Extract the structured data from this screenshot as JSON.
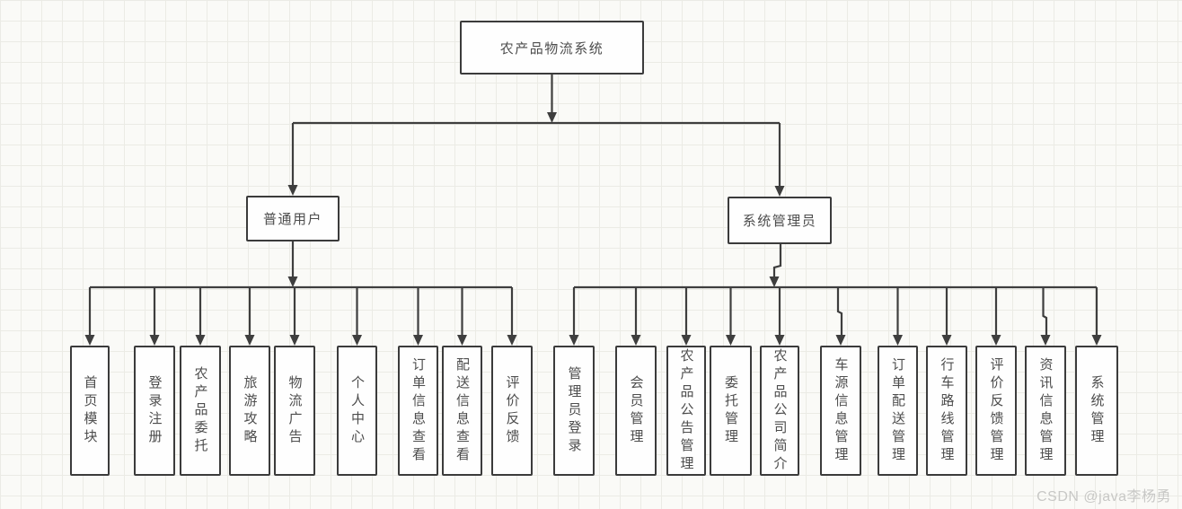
{
  "diagram": {
    "root": {
      "label": "农产品物流系统"
    },
    "branches": [
      {
        "label": "普通用户",
        "children": [
          "首页模块",
          "登录注册",
          "农产品委托",
          "旅游攻略",
          "物流广告",
          "个人中心",
          "订单信息查看",
          "配送信息查看",
          "评价反馈"
        ]
      },
      {
        "label": "系统管理员",
        "children": [
          "管理员登录",
          "会员管理",
          "农产品公告管理",
          "委托管理",
          "农产品公司简介",
          "车源信息管理",
          "订单配送管理",
          "行车路线管理",
          "评价反馈管理",
          "资讯信息管理",
          "系统管理"
        ]
      }
    ]
  },
  "watermark": "CSDN @java李杨勇",
  "colors": {
    "line": "#3e3e3e",
    "box_border": "#3b3b3b",
    "box_fill": "#fefefe",
    "text": "#4d4d4d",
    "background": "#fafaf7",
    "grid_line": "#ebebe5",
    "watermark": "#c8c8c6"
  }
}
